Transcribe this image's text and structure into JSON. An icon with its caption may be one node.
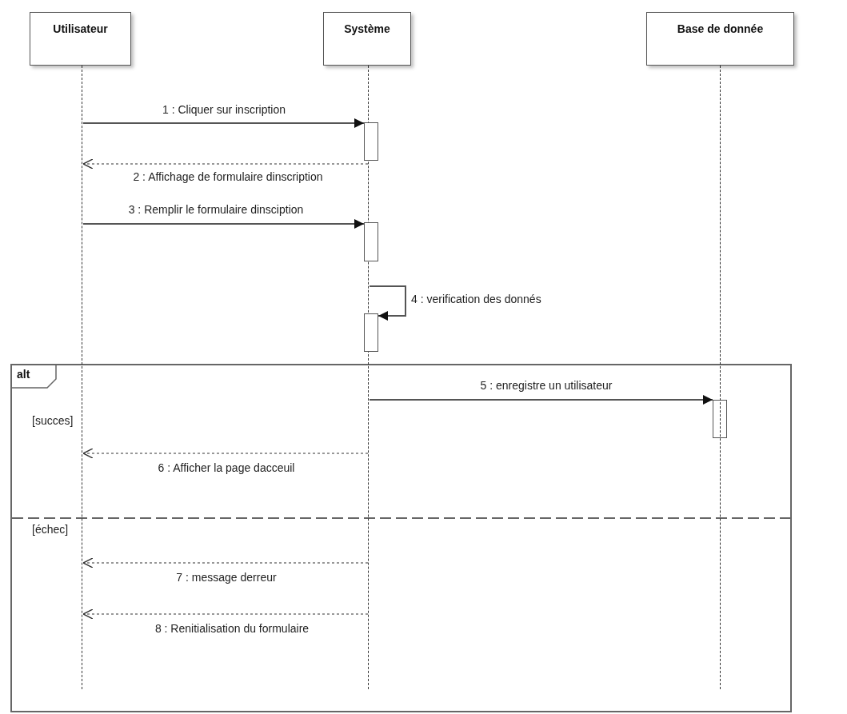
{
  "diagram": {
    "nodes": [
      {
        "text": [
          "Utilisateur"
        ]
      },
      {
        "text": [
          "Système"
        ]
      },
      {
        "text": [
          "Base de donnée"
        ]
      },
      {
        "text": [
          "alt"
        ]
      },
      {
        "text": [],
        "shape": "line"
      },
      {
        "text": [],
        "shape": "line"
      },
      {
        "text": [],
        "shape": "line"
      },
      {
        "text": [],
        "shape": "bar"
      },
      {
        "text": [],
        "shape": "bar"
      },
      {
        "text": [],
        "shape": "bar"
      },
      {
        "text": [],
        "shape": "bar",
        "in": 3
      }
    ],
    "edges": [
      {
        "from": 4,
        "to": 7,
        "arrow": "to",
        "label": "1 : Cliquer sur inscription"
      },
      {
        "from": 5,
        "to": 4,
        "arrow": "to",
        "label": "2 : Affichage de formulaire dinscription",
        "style": "dashed"
      },
      {
        "from": 4,
        "to": 8,
        "arrow": "to",
        "label": "3 : Remplir le formulaire dinsciption"
      },
      {
        "from": 5,
        "to": 9,
        "arrow": "to",
        "label": "4 : verification des donnés"
      },
      {
        "from": 5,
        "to": 10,
        "arrow": "to",
        "label": "5 : enregistre un utilisateur"
      },
      {
        "from": 5,
        "to": 4,
        "arrow": "to",
        "label": "6 : Afficher la page dacceuil",
        "style": "dashed"
      },
      {
        "from": 5,
        "to": 4,
        "arrow": "to",
        "label": "7 : message derreur",
        "style": "dashed"
      },
      {
        "from": 5,
        "to": 4,
        "arrow": "to",
        "label": "8 : Renitialisation du formulaire",
        "style": "dashed"
      }
    ],
    "labels": [
      "[succes]",
      "[échec]"
    ]
  }
}
